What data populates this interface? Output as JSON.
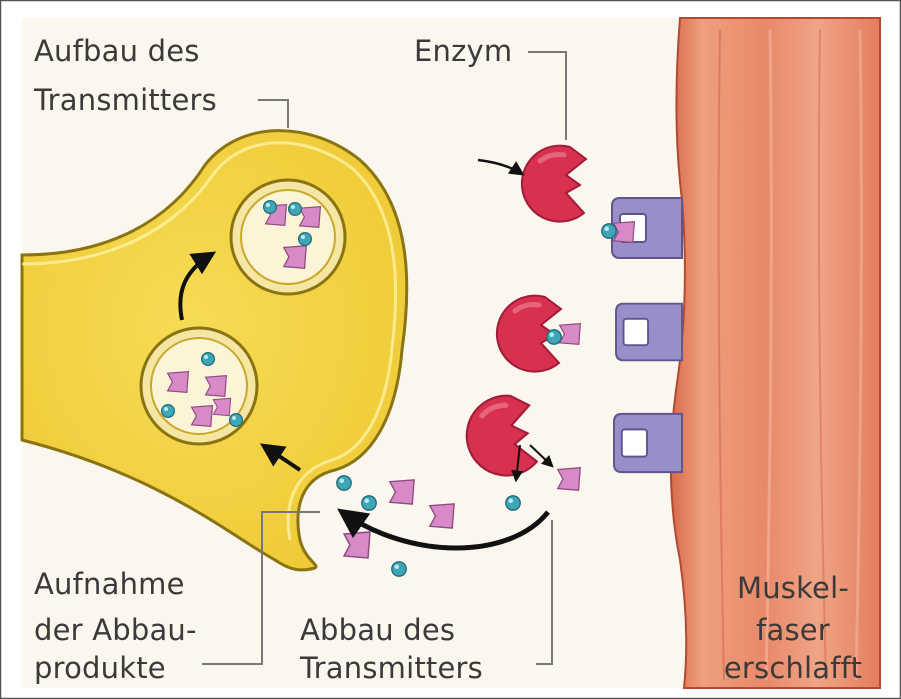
{
  "labels": {
    "aufbau": [
      "Aufbau des",
      "Transmitters"
    ],
    "enzym": "Enzym",
    "aufnahme": [
      "Aufnahme",
      "der Abbau-",
      "produkte"
    ],
    "abbau": [
      "Abbau des",
      "Transmitters"
    ],
    "muskel": [
      "Muskel-",
      "faser",
      "erschlafft"
    ]
  },
  "colors": {
    "axon_fill": "#f2d03c",
    "axon_outline": "#8a7412",
    "muscle": "#e8896a",
    "enzyme": "#d8304f",
    "receptor": "#9a8ec8",
    "transmitter_part": "#d889c8",
    "transmitter_ball": "#3fa6b8",
    "background": "#fbf7ef"
  }
}
